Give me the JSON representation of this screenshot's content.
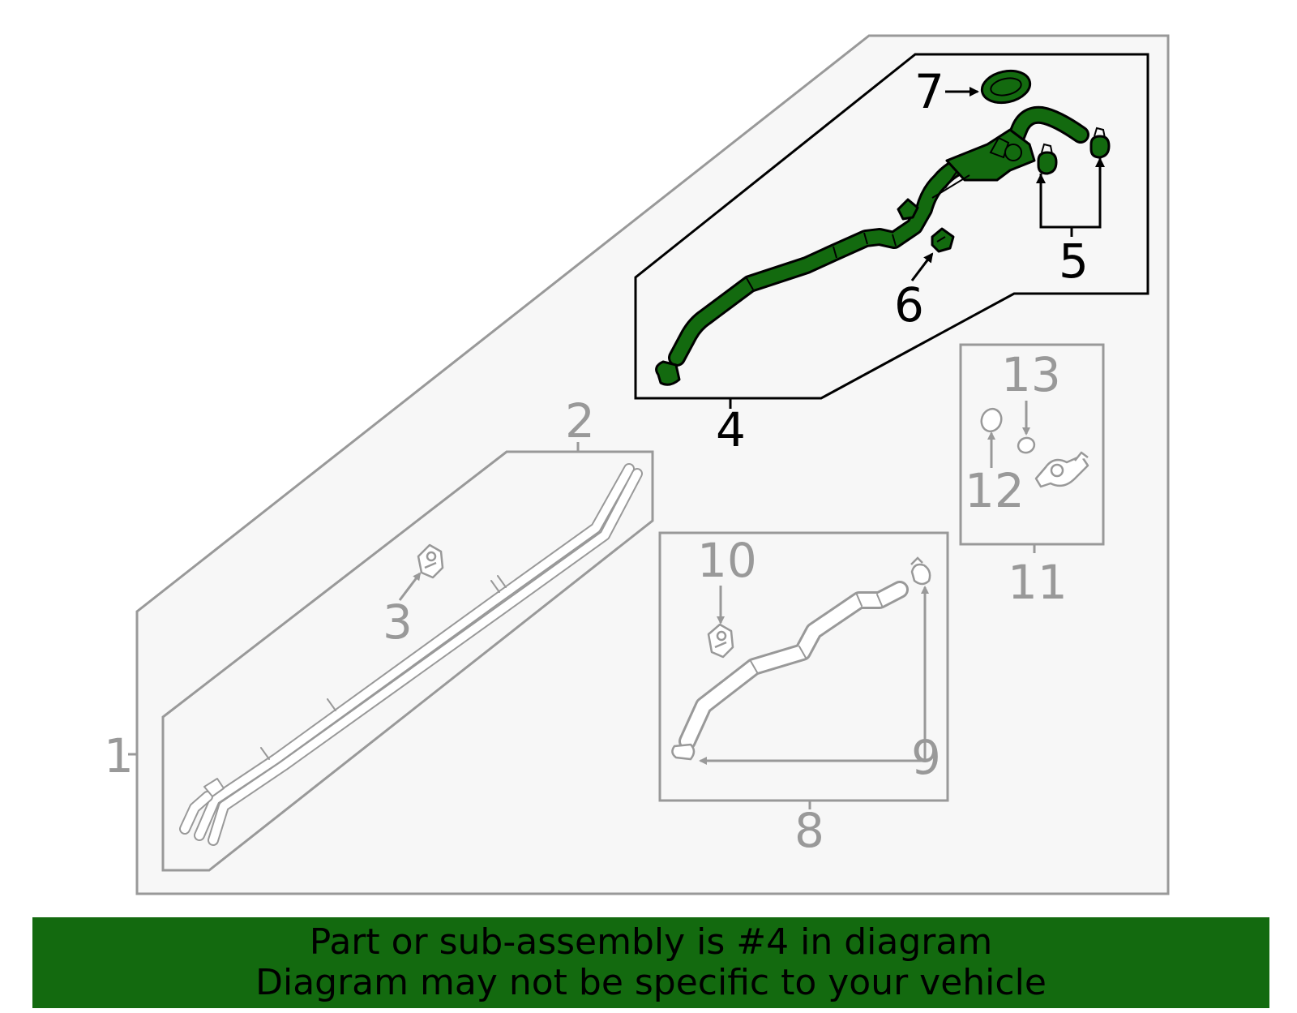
{
  "callouts": {
    "c1": "1",
    "c2": "2",
    "c3": "3",
    "c4": "4",
    "c5": "5",
    "c6": "6",
    "c7": "7",
    "c8": "8",
    "c9": "9",
    "c10": "10",
    "c11": "11",
    "c12": "12",
    "c13": "13"
  },
  "highlighted_part": "4",
  "banner": {
    "line1": "Part or sub-assembly is #4 in diagram",
    "line2": "Diagram may not be specific to your vehicle"
  },
  "colors": {
    "highlight_fill": "#136a0f",
    "banner_background": "#136a0f",
    "outline_gray": "#999999",
    "panel_fill": "#f7f7f7"
  }
}
